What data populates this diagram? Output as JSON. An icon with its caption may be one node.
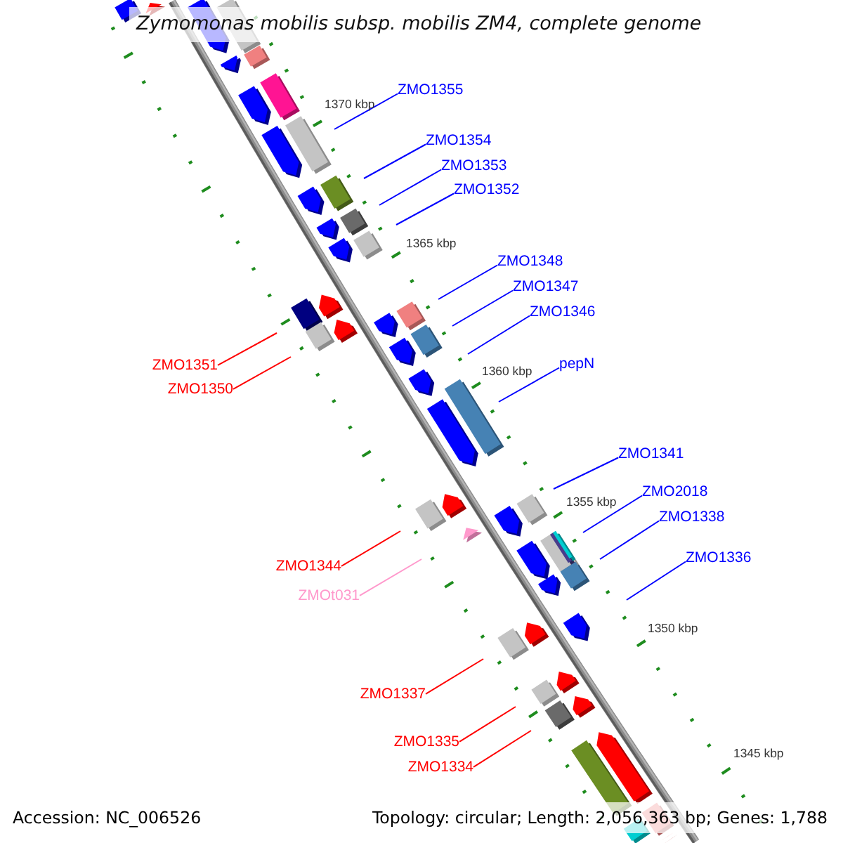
{
  "diagram": {
    "title": "Zymomonas mobilis subsp. mobilis ZM4, complete genome",
    "nodes": [
      {
        "text": [
          "ZMO1355"
        ]
      },
      {
        "text": [
          "ZMO1354"
        ]
      },
      {
        "text": [
          "ZMO1353"
        ]
      },
      {
        "text": [
          "ZMO1352"
        ]
      },
      {
        "text": [
          "ZMO1348"
        ]
      },
      {
        "text": [
          "ZMO1347"
        ]
      },
      {
        "text": [
          "ZMO1346"
        ]
      },
      {
        "text": [
          "ZMO1351"
        ]
      },
      {
        "text": [
          "pepN"
        ]
      },
      {
        "text": [
          "ZMO1350"
        ]
      },
      {
        "text": [
          "ZMO1341"
        ]
      },
      {
        "text": [
          "ZMO2018"
        ]
      },
      {
        "text": [
          "ZMO1338"
        ]
      },
      {
        "text": [
          "ZMO1336"
        ]
      },
      {
        "text": [
          "ZMO1344"
        ]
      },
      {
        "text": [
          "ZMOt031"
        ]
      },
      {
        "text": [
          "ZMO1337"
        ]
      },
      {
        "text": [
          "ZMO1335"
        ]
      },
      {
        "text": [
          "ZMO1334"
        ]
      }
    ],
    "edges": [
      {
        "from": 0,
        "to": null,
        "arrow": "none"
      },
      {
        "from": 1,
        "to": null,
        "arrow": "none"
      },
      {
        "from": 2,
        "to": null,
        "arrow": "none"
      },
      {
        "from": 3,
        "to": null,
        "arrow": "none"
      },
      {
        "from": 4,
        "to": null,
        "arrow": "none"
      },
      {
        "from": 5,
        "to": null,
        "arrow": "none"
      },
      {
        "from": 6,
        "to": null,
        "arrow": "none"
      },
      {
        "from": 7,
        "to": null,
        "arrow": "none",
        "color": "#ff0000"
      },
      {
        "from": 8,
        "to": null,
        "arrow": "none"
      },
      {
        "from": 9,
        "to": null,
        "arrow": "none",
        "color": "#ff0000"
      },
      {
        "from": 10,
        "to": null,
        "arrow": "none"
      },
      {
        "from": 11,
        "to": null,
        "arrow": "none"
      },
      {
        "from": 12,
        "to": null,
        "arrow": "none"
      },
      {
        "from": 13,
        "to": null,
        "arrow": "none"
      },
      {
        "from": 14,
        "to": null,
        "arrow": "none",
        "color": "#ff0000"
      },
      {
        "from": 15,
        "to": null,
        "arrow": "none",
        "color": "#ff99cc"
      },
      {
        "from": 16,
        "to": null,
        "arrow": "none",
        "color": "#ff0000"
      },
      {
        "from": 17,
        "to": null,
        "arrow": "none",
        "color": "#ff0000"
      },
      {
        "from": 18,
        "to": null,
        "arrow": "none",
        "color": "#ff0000"
      }
    ],
    "labels": [
      "1370 kbp",
      "1365 kbp",
      "1360 kbp",
      "1355 kbp",
      "1350 kbp",
      "1345 kbp",
      "Accession: NC_006526",
      "Topology: circular; Length: 2,056,363 bp; Genes: 1,788"
    ]
  }
}
